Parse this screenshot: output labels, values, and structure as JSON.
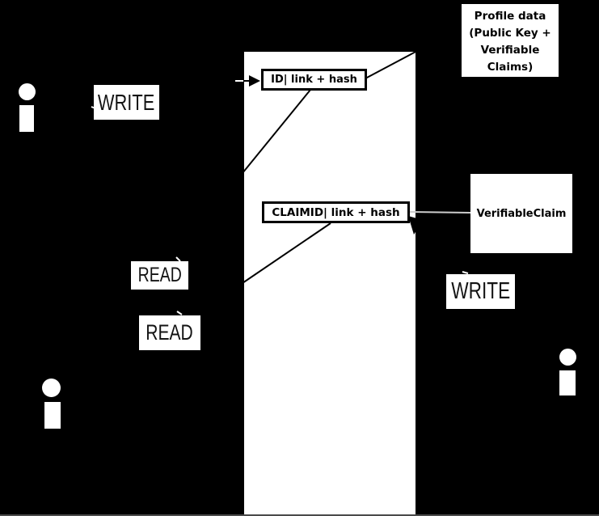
{
  "ledger": {
    "entries": [
      {
        "label": "ID| link + hash"
      },
      {
        "label": "CLAIMID| link + hash"
      }
    ]
  },
  "offchain": {
    "profile_box": {
      "lines": [
        "Profile data",
        "(Public Key +",
        "Verifiable",
        "Claims)"
      ]
    },
    "verifiable_claim_box": {
      "label": "VerifiableClaim"
    }
  },
  "operations": {
    "write_identity": "WRITE",
    "read_identity": "READ",
    "read_claim": "READ",
    "write_claim": "WRITE"
  },
  "icons": {
    "person_top_left": "person-icon",
    "person_bottom_left": "person-icon",
    "person_bottom_right": "person-icon"
  },
  "colors": {
    "background": "#000000",
    "surface": "#ffffff",
    "stroke": "#000000",
    "light_connector": "#cccccc",
    "label_text": "#141414"
  }
}
